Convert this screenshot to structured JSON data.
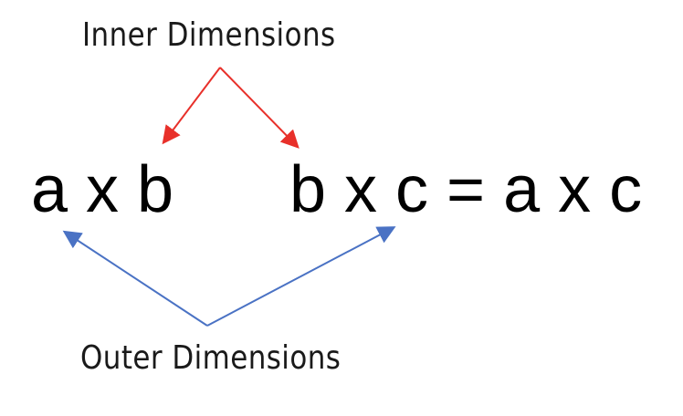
{
  "labels": {
    "inner": "Inner Dimensions",
    "outer": "Outer Dimensions"
  },
  "expression": {
    "left_matrix": "a x b",
    "right_matrix": "b x c  = a x c"
  },
  "colors": {
    "inner_arrow": "#e8302a",
    "outer_arrow": "#4a72c4",
    "text": "#000000"
  }
}
